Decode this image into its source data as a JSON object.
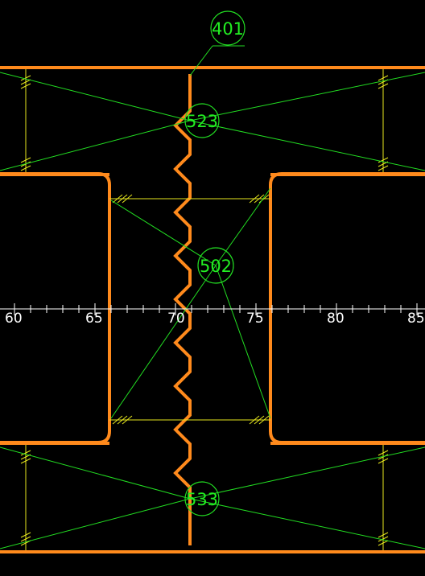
{
  "axis": {
    "ticks": [
      "60",
      "65",
      "70",
      "75",
      "80",
      "85"
    ]
  },
  "callouts": {
    "c401": "401",
    "c523": "523",
    "c502": "502",
    "c533": "533"
  },
  "colors": {
    "member": "#ff8a1c",
    "leader": "#22dd22",
    "hatch": "#e6e61e",
    "axis": "#ffffff",
    "background": "#000000"
  }
}
